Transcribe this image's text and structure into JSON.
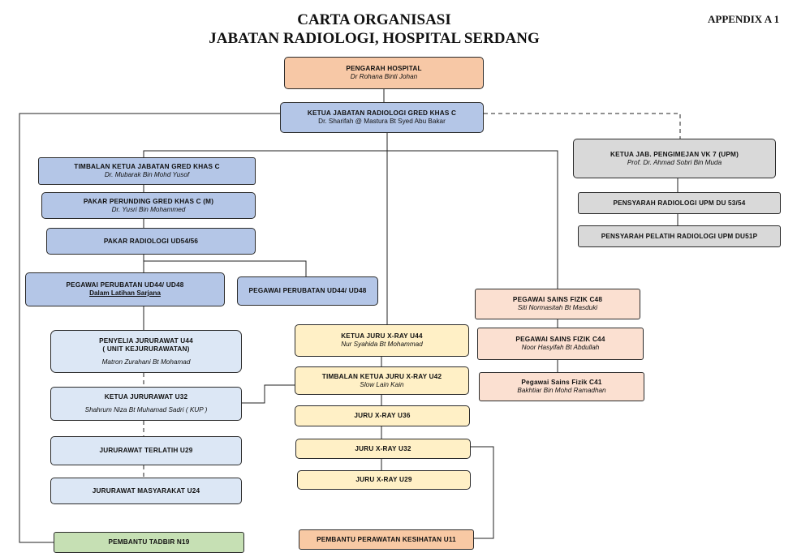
{
  "header": {
    "title_line1": "CARTA ORGANISASI",
    "title_line2": "JABATAN RADIOLOGI,  HOSPITAL SERDANG",
    "appendix": "APPENDIX A 1"
  },
  "nodes": {
    "pengarah": {
      "title": "PENGARAH HOSPITAL",
      "name": "Dr Rohana  Binti  Johan"
    },
    "ketua_jabatan": {
      "title": "KETUA JABATAN RADIOLOGI GRED KHAS C",
      "name": "Dr. Sharifah  @ Mastura Bt Syed Abu Bakar"
    },
    "ketua_upm": {
      "title": "KETUA JAB.  PENGIMEJAN   VK 7  (UPM)",
      "name": "Prof.  Dr. Ahmad  Sobri Bin Muda"
    },
    "pensyarah_upm": {
      "title": "PENSYARAH  RADIOLOGI UPM DU 53/54"
    },
    "pensyarah_pelatih": {
      "title": "PENSYARAH  PELATIH RADIOLOGI UPM DU51P"
    },
    "timbalan_ketua": {
      "title": "TIMBALAN KETUA JABATAN GRED KHAS C",
      "name": "Dr. Mubarak Bin Mohd Yusof"
    },
    "pakar_perunding": {
      "title": "PAKAR PERUNDING GRED KHAS C (M)",
      "name": "Dr. Yusri  Bin Mohammed"
    },
    "pakar_radiologi": {
      "title": "PAKAR RADIOLOGI UD54/56"
    },
    "pegawai_perubatan_latihan": {
      "title": "PEGAWAI PERUBATAN UD44/ UD48",
      "note": "Dalam Latihan Sarjana"
    },
    "pegawai_perubatan": {
      "title": "PEGAWAI PERUBATAN UD44/ UD48"
    },
    "penyelia_jururawat": {
      "title": "PENYELIA  JURURAWAT  U44",
      "subtitle": "( UNIT KEJURURAWATAN)",
      "name": "Matron  Zurahani Bt Mohamad"
    },
    "ketua_jururawat": {
      "title": "KETUA JURURAWAT  U32",
      "name": "Shahrum  Niza Bt Muhamad  Sadri  ( KUP )"
    },
    "jururawat_terlatih": {
      "title": "JURURAWAT TERLATIH U29"
    },
    "jururawat_masyarakat": {
      "title": "JURURAWAT MASYARAKAT U24"
    },
    "pembantu_tadbir": {
      "title": "PEMBANTU TADBIR N19"
    },
    "ketua_juru_xray": {
      "title": "KETUA JURU X-RAY U44",
      "name": "Nur Syahida  Bt  Mohammad"
    },
    "timbalan_juru_xray": {
      "title": "TIMBALAN KETUA JURU X-RAY U42",
      "name": "Slow Lain Kain"
    },
    "juru_xray_u36": {
      "title": "JURU X-RAY U36"
    },
    "juru_xray_u32": {
      "title": "JURU  X-RAY U32"
    },
    "juru_xray_u29": {
      "title": "JURU X-RAY U29"
    },
    "pembantu_perawatan": {
      "title": "PEMBANTU PERAWATAN KESIHATAN  U11"
    },
    "sains_fizik_c48": {
      "title": "PEGAWAI SAINS FIZIK C48",
      "name": "Siti Normasitah Bt Masduki"
    },
    "sains_fizik_c44": {
      "title": "PEGAWAI SAINS FIZIK C44",
      "name": "Noor Hasyifah Bt Abdullah"
    },
    "sains_fizik_c41": {
      "title": "Pegawai  Sains  Fizik C41",
      "name": "Bakhtiar   Bin Mohd Ramadhan"
    }
  },
  "colors": {
    "orange": "#f7c8a6",
    "blue": "#b4c6e7",
    "grey": "#d9d9d9",
    "peach": "#fbe0d1",
    "light_blue": "#dce7f5",
    "yellow": "#fff0c6",
    "green": "#c6e0b4"
  }
}
